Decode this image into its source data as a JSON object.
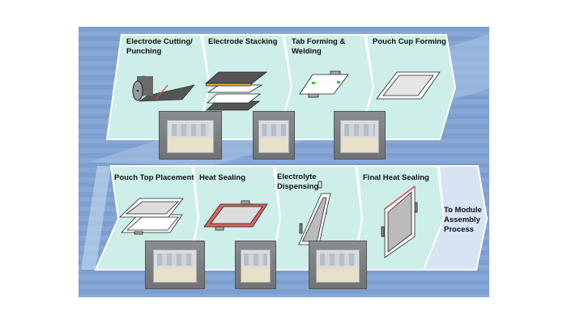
{
  "title": "Pouch Cell Assembly Process",
  "colors": {
    "panel": "#cdeee9",
    "final_panel": "#d6e4f4",
    "background": "#7f9fd0",
    "seal": "#e0403a"
  },
  "row1": [
    {
      "label": "Electrode Cutting/ Punching",
      "icon": "electrode-roll-icon"
    },
    {
      "label": "Electrode Stacking",
      "icon": "electrode-stack-icon"
    },
    {
      "label": "Tab Forming & Welding",
      "icon": "tab-welding-icon"
    },
    {
      "label": "Pouch Cup Forming",
      "icon": "pouch-cup-icon"
    }
  ],
  "row2": [
    {
      "label": "Pouch Top Placement",
      "icon": "pouch-top-icon"
    },
    {
      "label": "Heat Sealing",
      "icon": "heat-seal-icon"
    },
    {
      "label": "Electrolyte Dispensing",
      "icon": "electrolyte-dispense-icon"
    },
    {
      "label": "Final Heat Sealing",
      "icon": "final-seal-icon"
    }
  ],
  "final_step": {
    "label": "To Module Assembly Process"
  }
}
